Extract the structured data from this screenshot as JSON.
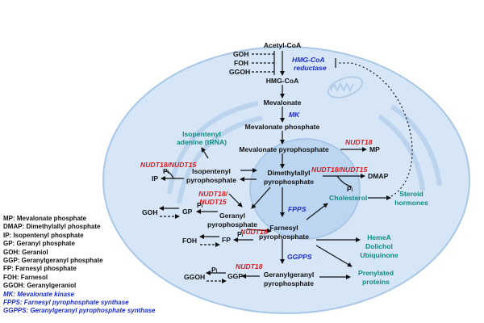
{
  "nodes": {
    "acetyl_coa": "Acetyl-CoA",
    "goh_top": "GOH",
    "foh_top": "FOH",
    "ggoh_top": "GGOH",
    "hmg_coa": "HMG-CoA",
    "mevalonate": "Mevalonate",
    "mevalonate_phosphate": "Mevalonate phosphate",
    "mevalonate_pyrophosphate": "Mevalonate pyrophosphate",
    "mp": "MP",
    "isopentenyl_adenine_line1": "Isopentenyl",
    "isopentenyl_adenine_line2": "adenine (tRNA)",
    "ip": "IP",
    "isopentenyl_pp_line1": "Isopentenyl",
    "isopentenyl_pp_line2": "pyrophosphate",
    "dimethylallyl_pp_line1": "Dimethylallyl",
    "dimethylallyl_pp_line2": "pyrophosphate",
    "dmap": "DMAP",
    "cholesterol": "Cholesterol",
    "steroid_line1": "Steroid",
    "steroid_line2": "hormones",
    "goh_mid": "GOH",
    "gp": "GP",
    "geranyl_pp_line1": "Geranyl",
    "geranyl_pp_line2": "pyrophosphate",
    "foh_mid": "FOH",
    "fp": "FP",
    "farnesyl_pp_line1": "Farnesyl",
    "farnesyl_pp_line2": "pyrophosphate",
    "heme_line1": "HemeA",
    "heme_line2": "Dolichol",
    "heme_line3": "Ubiquinone",
    "prenylated_line1": "Prenylated",
    "prenylated_line2": "proteins",
    "ggoh_bot": "GGOH",
    "ggp": "GGP",
    "geranylgeranyl_pp_line1": "Geranylgeranyl",
    "geranylgeranyl_pp_line2": "pyrophosphate",
    "pi": "P",
    "pi_sub": "i"
  },
  "enzymes": {
    "hmgcr_line1": "HMG-CoA",
    "hmgcr_line2": "reductase",
    "mk": "MK",
    "fpps": "FPPS",
    "ggpps": "GGPPS"
  },
  "nudt": {
    "mp": "NUDT18",
    "ip": "NUDT18/NUDT15",
    "dmap": "NUDT18/NUDT15",
    "gp_line1": "NUDT18/",
    "gp_line2": "NUDT15",
    "fp": "NUDT18",
    "ggp": "NUDT18"
  },
  "legend": [
    {
      "text": "MP: Mevalonate phosphate",
      "kind": "abbrev"
    },
    {
      "text": "DMAP: Dimethylallyl phosphate",
      "kind": "abbrev"
    },
    {
      "text": "IP: Isopentenyl phosphate",
      "kind": "abbrev"
    },
    {
      "text": "GP: Geranyl phosphate",
      "kind": "abbrev"
    },
    {
      "text": "GOH: Geraniol",
      "kind": "abbrev"
    },
    {
      "text": "GGP: Geranylgeranyl phosphate",
      "kind": "abbrev"
    },
    {
      "text": "FP: Farnesyl phosphate",
      "kind": "abbrev"
    },
    {
      "text": "FOH: Farnesol",
      "kind": "abbrev"
    },
    {
      "text": "GGOH: Geranylgeraniol",
      "kind": "abbrev"
    },
    {
      "text": "MK: Mevalonate kinase",
      "kind": "enzyme"
    },
    {
      "text": "FPPS: Farnesyl pyrophosphate synthase",
      "kind": "enzyme"
    },
    {
      "text": "GGPPS: Geranylgeranyl pyrophosphate synthase",
      "kind": "enzyme"
    }
  ],
  "colors": {
    "cell_fill": "#d6e6f7",
    "cell_stroke": "#a9c7e6",
    "nucleus_fill": "#bcd5f0",
    "text": "#111111",
    "enzyme": "#1a2ccf",
    "nudt": "#e01a1a",
    "product": "#0f8a80"
  }
}
